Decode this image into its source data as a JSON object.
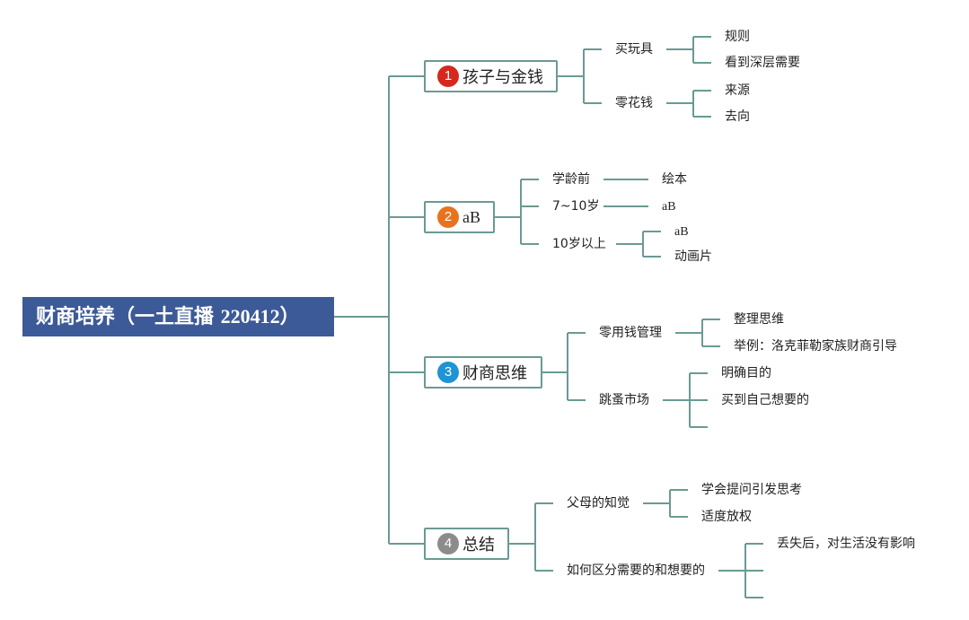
{
  "root": {
    "title_cn": "财商培养（一土直播 ",
    "title_num": "220412",
    "title_end": "）"
  },
  "colors": {
    "root_bg": "#3d5a98",
    "line": "#6a9a94",
    "badge1": "#d7281e",
    "badge2": "#e8731e",
    "badge3": "#1f93d6",
    "badge4": "#8c8c8c"
  },
  "branches": [
    {
      "badge": "1",
      "label": "孩子与金钱",
      "children": [
        {
          "label": "买玩具",
          "children": [
            "规则",
            "看到深层需要"
          ]
        },
        {
          "label": "零花钱",
          "children": [
            "来源",
            "去向"
          ]
        }
      ]
    },
    {
      "badge": "2",
      "label": "aB",
      "children": [
        {
          "label": "学龄前",
          "children": [
            "绘本"
          ]
        },
        {
          "label": "7~10岁",
          "children": [
            "aB"
          ]
        },
        {
          "label": "10岁以上",
          "children": [
            "aB",
            "动画片"
          ]
        }
      ]
    },
    {
      "badge": "3",
      "label": "财商思维",
      "children": [
        {
          "label": "零用钱管理",
          "children": [
            "整理思维",
            "举例：洛克菲勒家族财商引导"
          ]
        },
        {
          "label": "跳蚤市场",
          "children": [
            "明确目的",
            "买到自己想要的",
            ""
          ]
        }
      ]
    },
    {
      "badge": "4",
      "label": "总结",
      "children": [
        {
          "label": "父母的知觉",
          "children": [
            "学会提问引发思考",
            "适度放权"
          ]
        },
        {
          "label": "如何区分需要的和想要的",
          "children": [
            "丢失后，对生活没有影响",
            "",
            ""
          ]
        }
      ]
    }
  ]
}
